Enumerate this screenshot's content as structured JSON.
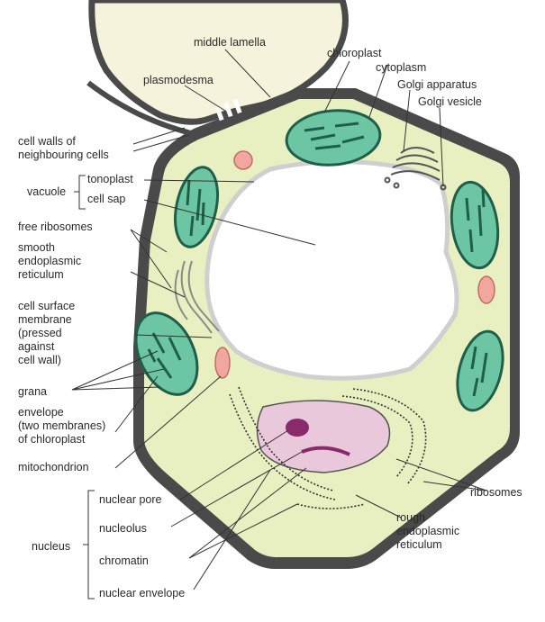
{
  "labels": {
    "middle_lamella": "middle lamella",
    "plasmodesma": "plasmodesma",
    "chloroplast": "chloroplast",
    "cytoplasm": "cytoplasm",
    "golgi_apparatus": "Golgi apparatus",
    "golgi_vesicle": "Golgi vesicle",
    "cell_walls": "cell walls of\nneighbouring cells",
    "vacuole": "vacuole",
    "tonoplast": "tonoplast",
    "cell_sap": "cell sap",
    "free_ribosomes": "free ribosomes",
    "smooth_er": "smooth\nendoplasmic\nreticulum",
    "cell_surface_membrane": "cell surface\nmembrane\n(pressed\nagainst\ncell wall)",
    "grana": "grana",
    "envelope": "envelope\n(two membranes)\nof chloroplast",
    "mitochondrion": "mitochondrion",
    "nuclear_pore": "nuclear pore",
    "nucleolus": "nucleolus",
    "nucleus": "nucleus",
    "chromatin": "chromatin",
    "nuclear_envelope": "nuclear envelope",
    "ribosomes": "ribosomes",
    "rough_er": "rough\nendoplasmic\nreticulum"
  },
  "colors": {
    "cell_wall": "#4a4a4a",
    "cytoplasm": "#e8efc0",
    "neighbour_cell": "#f5f3dc",
    "vacuole": "#ffffff",
    "chloroplast": "#6cc6a4",
    "chloroplast_edge": "#1f5f4a",
    "grana": "#2f8f6a",
    "mitochondrion": "#f1a7a0",
    "nucleus": "#e9c8dc",
    "nucleolus": "#8a2a6a",
    "leader_line": "#333333"
  }
}
